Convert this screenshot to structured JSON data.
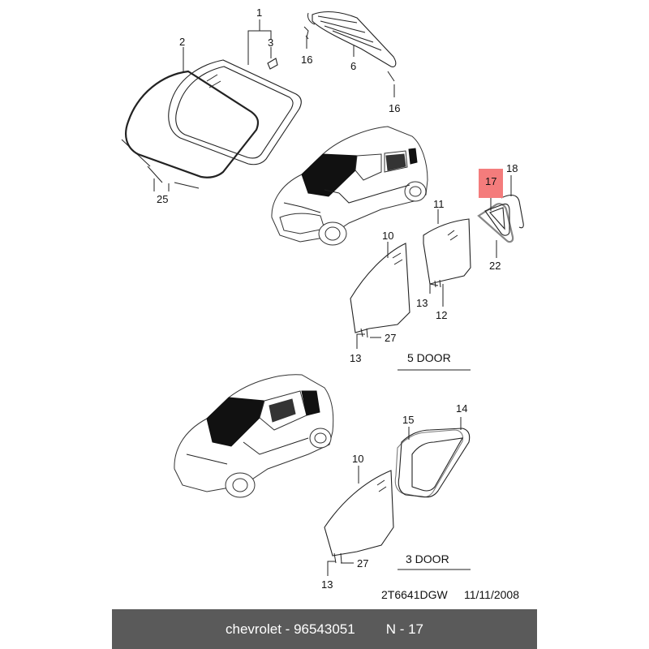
{
  "callouts": {
    "c1": "1",
    "c2": "2",
    "c3": "3",
    "c6": "6",
    "c16a": "16",
    "c16b": "16",
    "c25": "25",
    "c17": "17",
    "c18": "18",
    "c22": "22",
    "c11": "11",
    "c10a": "10",
    "c13a": "13",
    "c12": "12",
    "c13b": "13",
    "c27a": "27",
    "c14": "14",
    "c15": "15",
    "c10b": "10",
    "c27b": "27",
    "c13c": "13"
  },
  "sections": {
    "five_door": "5 DOOR",
    "three_door": "3 DOOR"
  },
  "drawing_code": "2T6641DGW",
  "drawing_date": "11/11/2008",
  "footer": {
    "part_ref": "chevrolet - 96543051",
    "item_ref": "N - 17"
  },
  "colors": {
    "highlight": "#f47c7c",
    "footer_bg": "#5a5a5a",
    "footer_text": "#ffffff"
  }
}
